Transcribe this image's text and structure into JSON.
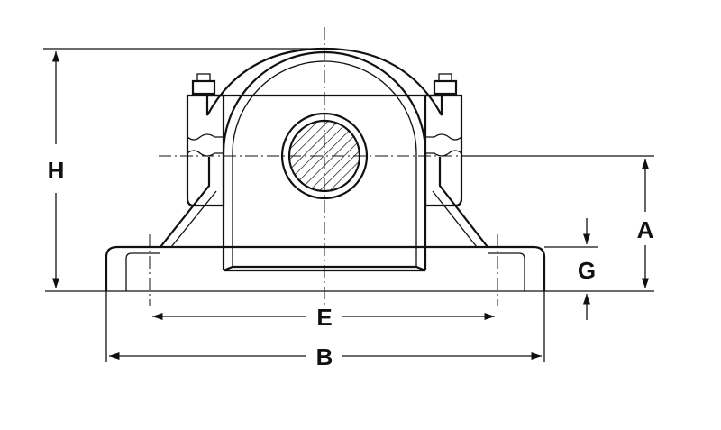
{
  "labels": {
    "H": "H",
    "A": "A",
    "G": "G",
    "E": "E",
    "B": "B"
  },
  "colors": {
    "line": "#111111",
    "background": "#ffffff"
  }
}
